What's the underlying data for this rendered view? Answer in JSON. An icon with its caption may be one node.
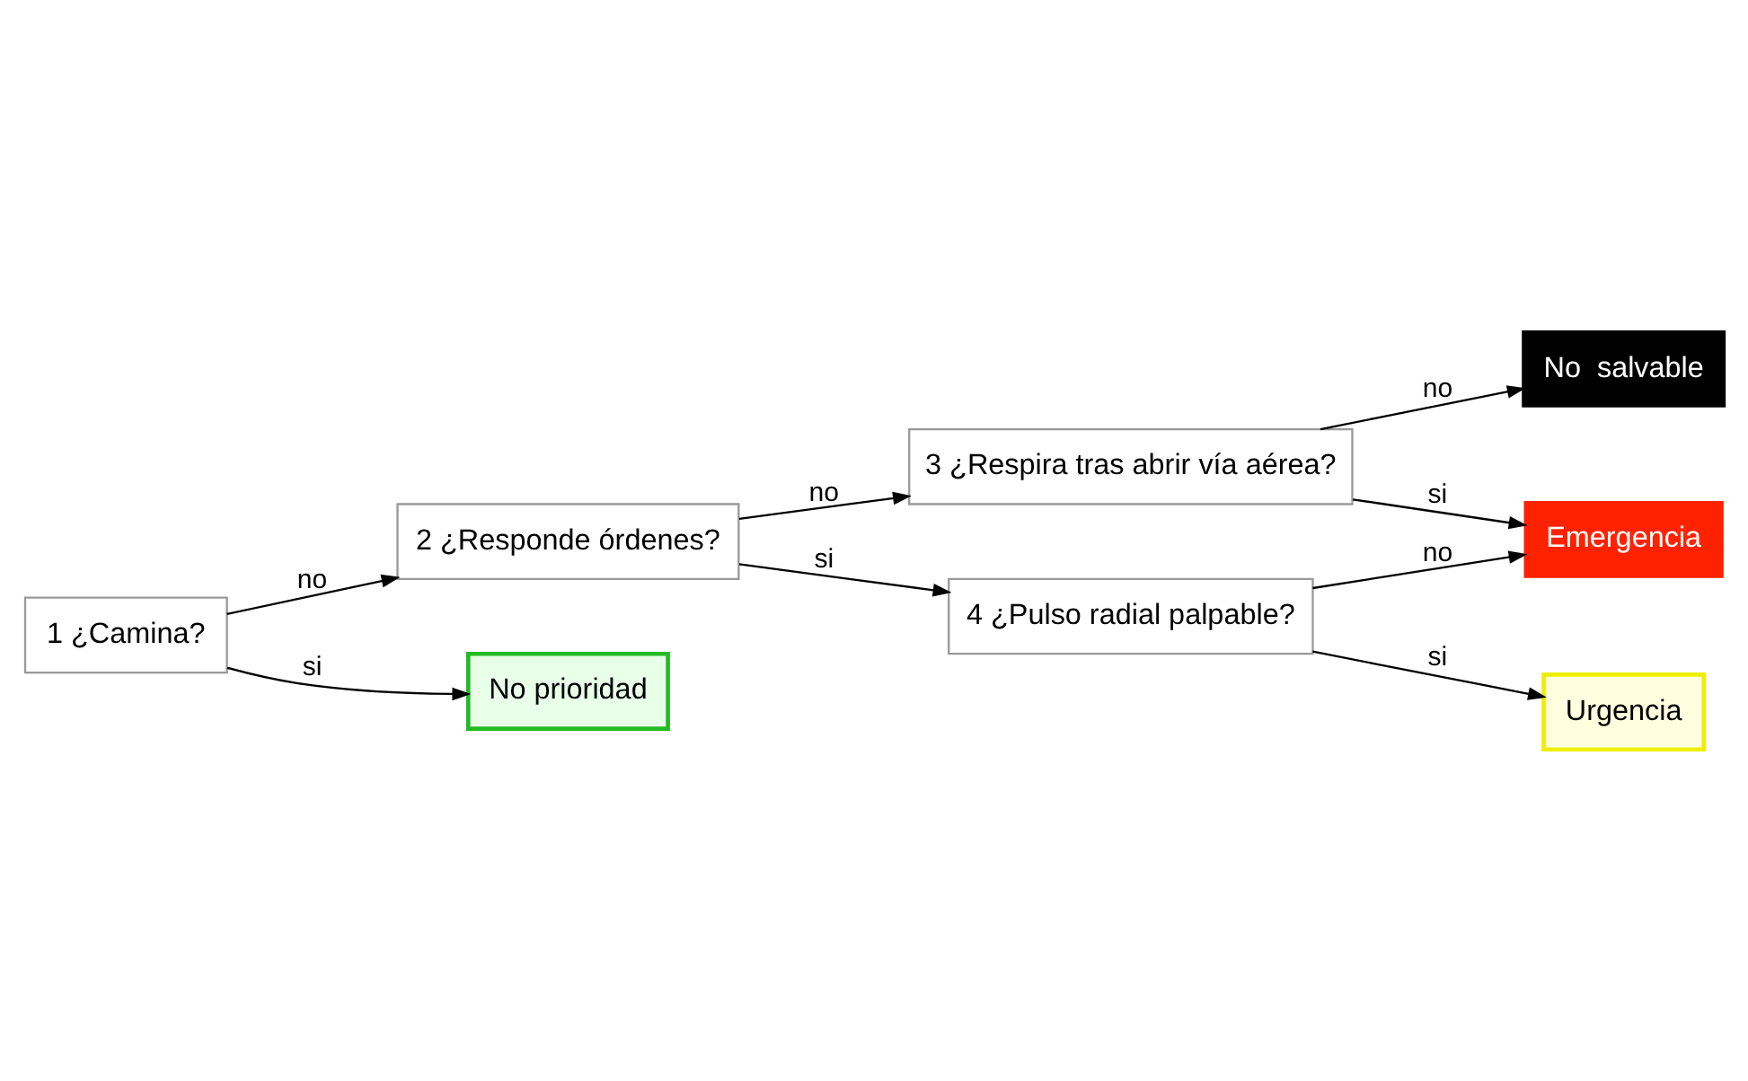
{
  "diagram": {
    "nodes": [
      {
        "text": [
          "No  salvable"
        ]
      },
      {
        "text": [
          "3 ¿Respira tras abrir vía aérea?"
        ]
      },
      {
        "text": [
          "2 ¿Responde órdenes?"
        ]
      },
      {
        "text": [
          "Emergencia"
        ]
      },
      {
        "text": [
          "1 ¿Camina?"
        ]
      },
      {
        "text": [
          "4 ¿Pulso radial palpable?"
        ]
      },
      {
        "text": [
          "No prioridad"
        ]
      },
      {
        "text": [
          "Urgencia"
        ]
      }
    ],
    "edges": [
      {
        "from": 4,
        "to": 2,
        "arrow": "to",
        "label": "no"
      },
      {
        "from": 4,
        "to": 6,
        "arrow": "to",
        "label": "si"
      },
      {
        "from": 2,
        "to": 1,
        "arrow": "to",
        "label": "no"
      },
      {
        "from": 2,
        "to": 5,
        "arrow": "to",
        "label": "si"
      },
      {
        "from": 1,
        "to": 0,
        "arrow": "to",
        "label": "no"
      },
      {
        "from": 1,
        "to": 3,
        "arrow": "to",
        "label": "si"
      },
      {
        "from": 5,
        "to": 3,
        "arrow": "to",
        "label": "no"
      },
      {
        "from": 5,
        "to": 7,
        "arrow": "to",
        "label": "si"
      }
    ]
  }
}
